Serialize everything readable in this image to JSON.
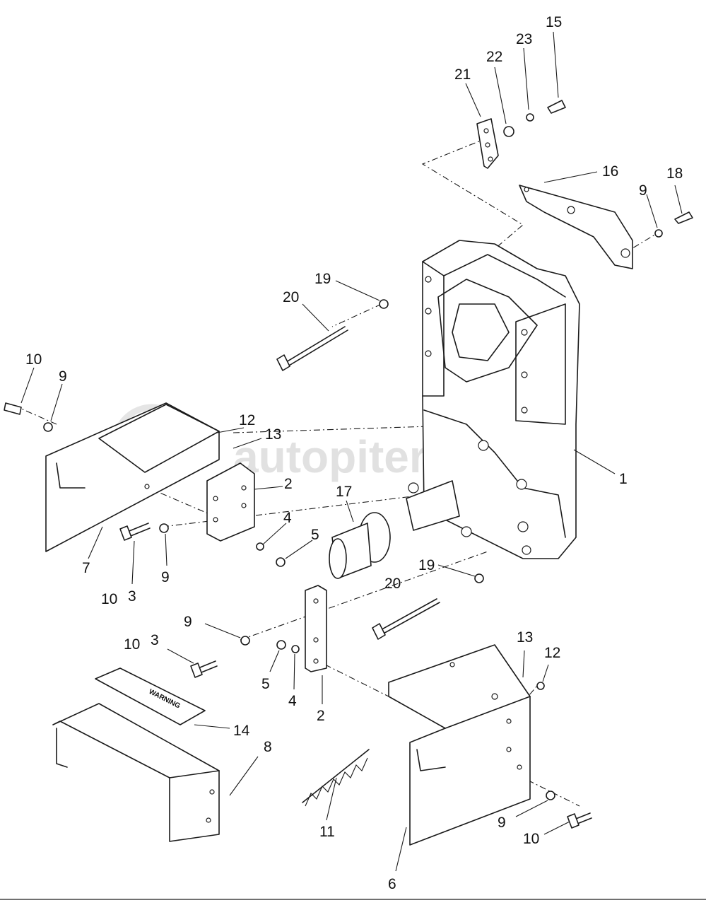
{
  "diagram": {
    "watermark": "autopiter.ru",
    "decal_text": "WARNING",
    "callouts": {
      "c15": "15",
      "c23": "23",
      "c22": "22",
      "c21": "21",
      "c16": "16",
      "c18": "18",
      "c9_top": "9",
      "c19_top": "19",
      "c20_top": "20",
      "c10_left": "10",
      "c9_left": "9",
      "c12_mid": "12",
      "c13_mid": "13",
      "c1": "1",
      "c2_mid": "2",
      "c17": "17",
      "c4_mid": "4",
      "c5_mid": "5",
      "c7": "7",
      "c3_mid": "3",
      "c9_mid": "9",
      "c10_mid": "10",
      "c19_low": "19",
      "c20_low": "20",
      "c9_low": "9",
      "c10_low": "10",
      "c3_low": "3",
      "c5_low": "5",
      "c4_low": "4",
      "c2_low": "2",
      "c13_low": "13",
      "c12_low": "12",
      "c14": "14",
      "c8": "8",
      "c11": "11",
      "c9_right": "9",
      "c10_right": "10",
      "c6": "6"
    }
  }
}
